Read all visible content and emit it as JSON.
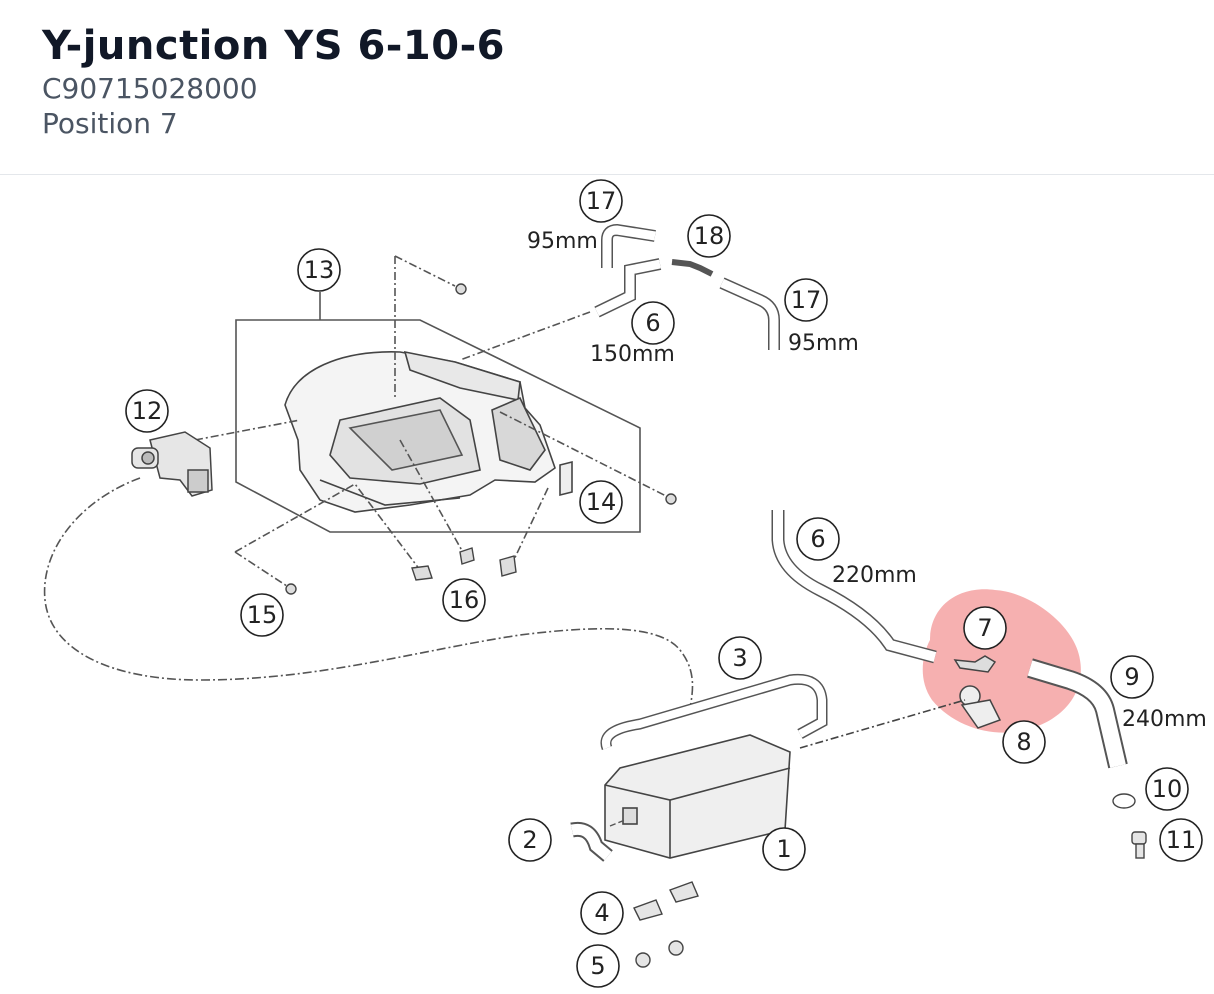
{
  "header": {
    "title": "Y-junction YS 6-10-6",
    "part_number": "C90715028000",
    "position": "Position 7"
  },
  "diagram": {
    "highlight_color": "#f08080",
    "callouts": {
      "c1": "1",
      "c2": "2",
      "c3": "3",
      "c4": "4",
      "c5": "5",
      "c6a": "6",
      "c6b": "6",
      "c7": "7",
      "c8": "8",
      "c9": "9",
      "c10": "10",
      "c11": "11",
      "c12": "12",
      "c13": "13",
      "c14": "14",
      "c15": "15",
      "c16": "16",
      "c17a": "17",
      "c17b": "17",
      "c18": "18"
    },
    "lengths": {
      "l17a": "95mm",
      "l17b": "95mm",
      "l6a": "150mm",
      "l6b": "220mm",
      "l9": "240mm"
    }
  }
}
